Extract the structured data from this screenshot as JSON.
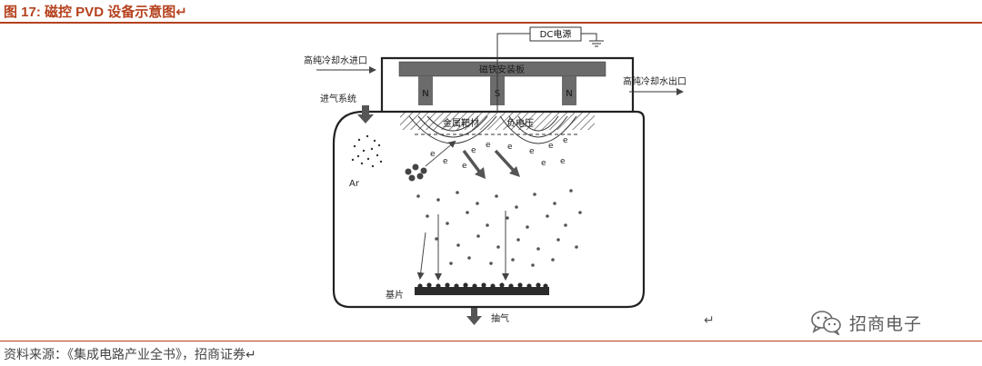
{
  "header": {
    "title": "图 17: 磁控 PVD 设备示意图↵",
    "accent_color": "#b5411e"
  },
  "diagram": {
    "dc_power": "DC电源",
    "coolant_in": "高纯冷却水进口",
    "coolant_out": "高纯冷却水出口",
    "magnet_plate": "磁铁安装板",
    "magnet_poles": [
      "N",
      "S",
      "N"
    ],
    "gas_inlet": "进气系统",
    "target": "金属靶材",
    "negative_voltage": "负电压",
    "electron_symbol": "e",
    "argon": "Ar",
    "substrate": "基片",
    "exhaust": "抽气"
  },
  "return_mark": "↵",
  "watermark": {
    "icon": "wechat-icon",
    "text": "招商电子"
  },
  "footer": {
    "source": "资料来源：《集成电路产业全书》，招商证券↵"
  }
}
